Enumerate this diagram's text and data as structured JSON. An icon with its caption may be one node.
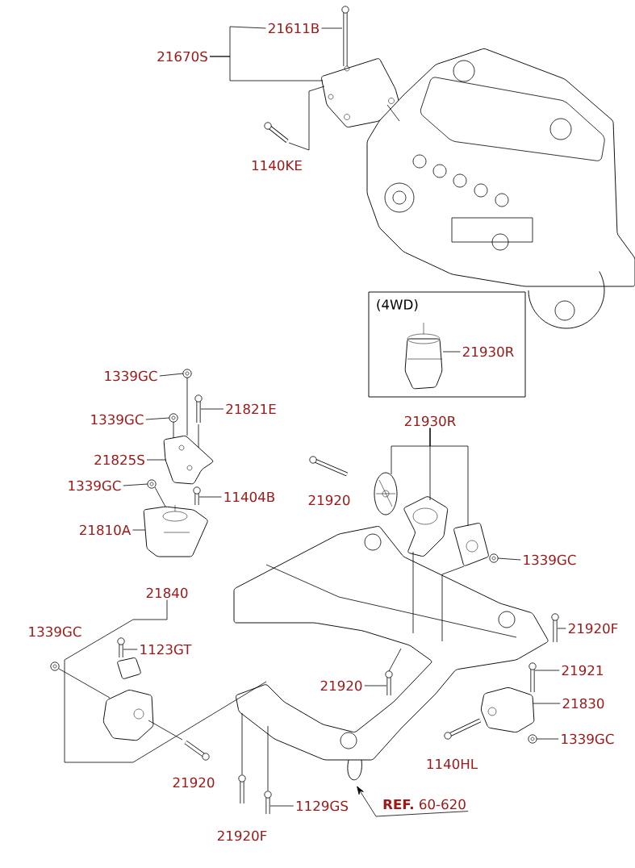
{
  "diagram": {
    "nodes": [
      {
        "text": [
          "21611B"
        ]
      },
      {
        "text": [
          "21670S"
        ]
      },
      {
        "text": [
          "(4WD)"
        ]
      },
      {
        "text": [
          "21930R"
        ],
        "in": 2
      },
      {
        "text": [
          "1339GC"
        ]
      },
      {
        "text": [
          "21821E"
        ]
      },
      {
        "text": [
          "1339GC"
        ]
      },
      {
        "text": [
          "21930R"
        ]
      },
      {
        "text": [
          "21825S"
        ]
      },
      {
        "text": [
          "1339GC"
        ]
      },
      {
        "text": [
          "11404B"
        ]
      },
      {
        "text": [
          "21810A"
        ]
      },
      {
        "text": [
          "1339GC"
        ]
      },
      {
        "text": [
          "21840"
        ]
      },
      {
        "text": [
          "21920F"
        ]
      },
      {
        "text": [
          "1123GT"
        ]
      },
      {
        "text": [
          "21921"
        ]
      },
      {
        "text": [
          "21920"
        ]
      },
      {
        "text": [
          "21830"
        ]
      },
      {
        "text": [
          "1339GC"
        ]
      },
      {
        "text": [
          "1129GS"
        ]
      },
      {
        "text": [
          "**REF.** 60-620"
        ]
      },
      {
        "text": [],
        "shape": "picture"
      },
      {
        "text": [],
        "shape": "picture"
      },
      {
        "text": [],
        "shape": "picture"
      },
      {
        "text": [],
        "shape": "picture"
      },
      {
        "text": [],
        "shape": "picture",
        "in": 2
      },
      {
        "text": [],
        "shape": "picture"
      },
      {
        "text": [],
        "shape": "picture"
      },
      {
        "text": [],
        "shape": "picture"
      },
      {
        "text": [],
        "shape": "picture"
      },
      {
        "text": [],
        "shape": "picture"
      },
      {
        "text": [],
        "shape": "picture"
      },
      {
        "text": [],
        "shape": "picture"
      },
      {
        "text": [],
        "shape": "picture"
      },
      {
        "text": [],
        "shape": "picture"
      },
      {
        "text": [],
        "shape": "picture"
      },
      {
        "text": [],
        "shape": "picture"
      },
      {
        "text": [],
        "shape": "picture"
      },
      {
        "text": [],
        "shape": "picture"
      },
      {
        "text": [],
        "shape": "picture"
      },
      {
        "text": [],
        "shape": "picture"
      },
      {
        "text": [],
        "shape": "picture"
      },
      {
        "text": [],
        "shape": "picture"
      },
      {
        "text": [],
        "shape": "picture"
      },
      {
        "text": [],
        "shape": "picture"
      },
      {
        "text": [],
        "shape": "picture"
      },
      {
        "text": [],
        "shape": "picture"
      },
      {
        "text": [],
        "shape": "picture"
      },
      {
        "text": [],
        "shape": "picture"
      },
      {
        "text": [],
        "shape": "picture"
      },
      {
        "text": [],
        "shape": "picture"
      },
      {
        "text": [],
        "shape": "picture"
      }
    ],
    "edges": [
      {
        "from": 0,
        "to": 22,
        "arrow": "none"
      },
      {
        "from": 1,
        "to": 0,
        "arrow": "none"
      },
      {
        "from": 1,
        "to": 23,
        "arrow": "none"
      },
      {
        "from": 3,
        "to": 26,
        "arrow": "none"
      },
      {
        "from": 4,
        "to": 27,
        "arrow": "none"
      },
      {
        "from": 5,
        "to": 28,
        "arrow": "none"
      },
      {
        "from": 6,
        "to": 29,
        "arrow": "none"
      },
      {
        "from": 7,
        "to": 32,
        "arrow": "none"
      },
      {
        "from": 7,
        "to": 35,
        "arrow": "none"
      },
      {
        "from": 7,
        "to": 36,
        "arrow": "none"
      },
      {
        "from": 8,
        "to": 30,
        "arrow": "none"
      },
      {
        "from": 9,
        "to": 33,
        "arrow": "none"
      },
      {
        "from": 10,
        "to": 34,
        "arrow": "none"
      },
      {
        "from": 11,
        "to": 37,
        "arrow": "none"
      },
      {
        "from": 12,
        "to": 38,
        "arrow": "none"
      },
      {
        "from": 13,
        "to": 39,
        "arrow": "none"
      },
      {
        "from": 14,
        "to": 40,
        "arrow": "none"
      },
      {
        "from": 15,
        "to": 41,
        "arrow": "none"
      },
      {
        "from": 16,
        "to": 44,
        "arrow": "none"
      },
      {
        "from": 17,
        "to": 45,
        "arrow": "none"
      },
      {
        "from": 18,
        "to": 46,
        "arrow": "none"
      },
      {
        "from": 19,
        "to": 48,
        "arrow": "none"
      },
      {
        "from": 20,
        "to": 52,
        "arrow": "none"
      },
      {
        "from": 21,
        "to": 39,
        "arrow": "to"
      },
      {
        "from": 24,
        "to": 23,
        "arrow": "none"
      },
      {
        "from": 23,
        "to": 25,
        "arrow": "none"
      },
      {
        "from": 27,
        "to": 30,
        "arrow": "none"
      },
      {
        "from": 29,
        "to": 30,
        "arrow": "none"
      },
      {
        "from": 28,
        "to": 30,
        "arrow": "none"
      },
      {
        "from": 33,
        "to": 37,
        "arrow": "none"
      },
      {
        "from": 35,
        "to": 39,
        "arrow": "none"
      },
      {
        "from": 36,
        "to": 39,
        "arrow": "none"
      },
      {
        "from": 45,
        "to": 39,
        "arrow": "none"
      },
      {
        "from": 43,
        "to": 47,
        "arrow": "none"
      },
      {
        "from": 47,
        "to": 50,
        "arrow": "none"
      },
      {
        "from": 51,
        "to": 39,
        "arrow": "none"
      },
      {
        "from": 52,
        "to": 39,
        "arrow": "none"
      }
    ],
    "labels": [
      "1140KE",
      "21920",
      "1339GC",
      "21920",
      "1140HL",
      "21920F"
    ]
  }
}
